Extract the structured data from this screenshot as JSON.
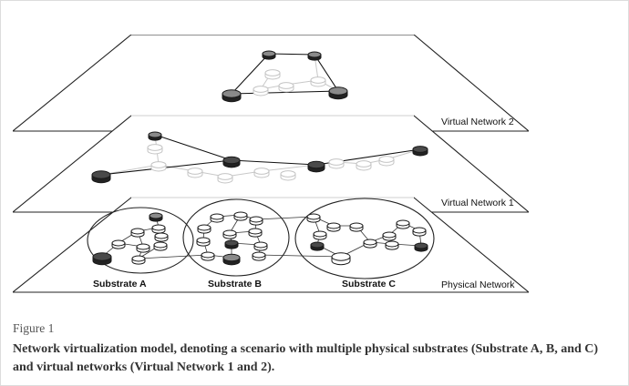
{
  "figure": {
    "label": "Figure 1",
    "caption": "Network virtualization model, denoting a scenario with multiple physical substrates (Substrate A, B, and C) and virtual networks (Virtual Network 1 and 2)."
  },
  "diagram": {
    "planes": {
      "top": "Virtual Network 2",
      "middle": "Virtual Network 1",
      "bottom": "Physical Network"
    },
    "substrates": [
      "Substrate A",
      "Substrate B",
      "Substrate C"
    ]
  },
  "colors": {
    "node_dark": "#4a4a4a",
    "node_mid": "#8a8a8a",
    "node_light": "#ffffff",
    "link_strong": "#111111",
    "link_faint": "#c8c8c8"
  }
}
